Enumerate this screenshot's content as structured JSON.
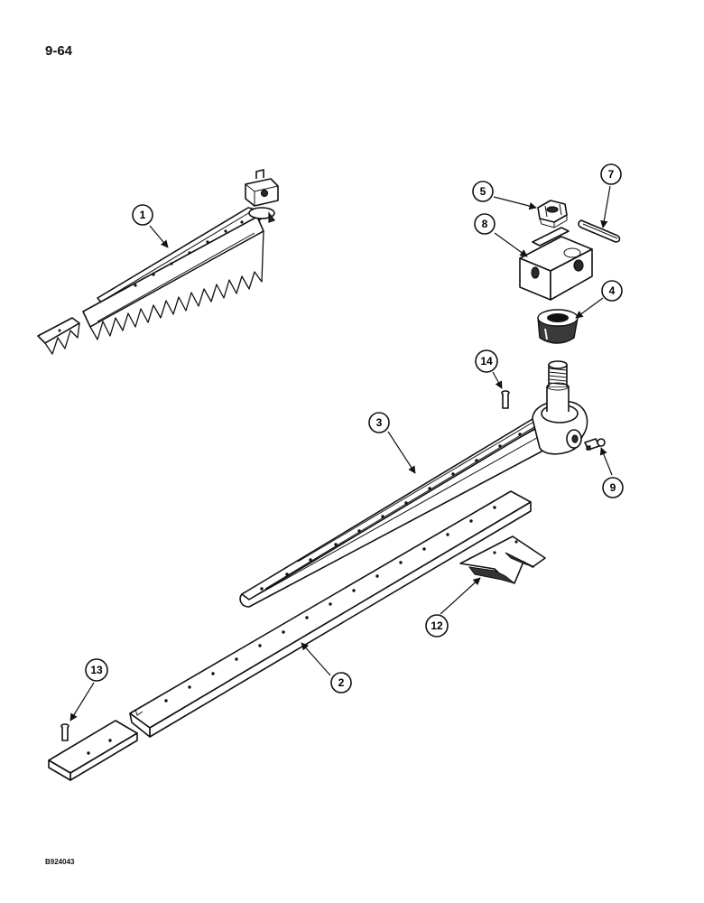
{
  "page": {
    "number": "9-64",
    "figure_code": "B924043"
  },
  "callouts": [
    {
      "id": "callout-1",
      "label": "1"
    },
    {
      "id": "callout-2",
      "label": "2"
    },
    {
      "id": "callout-3",
      "label": "3"
    },
    {
      "id": "callout-4",
      "label": "4"
    },
    {
      "id": "callout-5",
      "label": "5"
    },
    {
      "id": "callout-7",
      "label": "7"
    },
    {
      "id": "callout-8",
      "label": "8"
    },
    {
      "id": "callout-9",
      "label": "9"
    },
    {
      "id": "callout-12",
      "label": "12"
    },
    {
      "id": "callout-13",
      "label": "13"
    },
    {
      "id": "callout-14",
      "label": "14"
    }
  ]
}
